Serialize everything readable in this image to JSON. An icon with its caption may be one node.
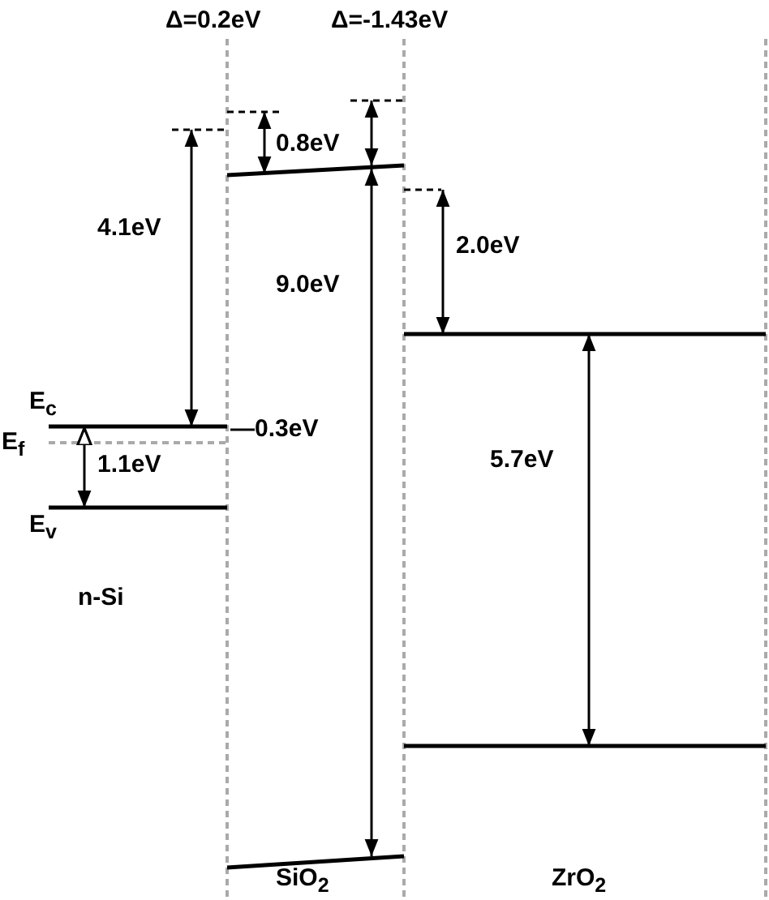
{
  "diagram": {
    "labels": [
      "Δ=0.2eV",
      "Δ=-1.43eV",
      "0.8eV",
      "4.1eV",
      "9.0eV",
      "2.0eV",
      "E$_{c}$",
      "E$_{f}$",
      "—0.3eV",
      "1.1eV",
      "E$_{v}$",
      "5.7eV",
      "n-Si",
      "SiO$_{2}$",
      "ZrO$_{2}$"
    ]
  }
}
